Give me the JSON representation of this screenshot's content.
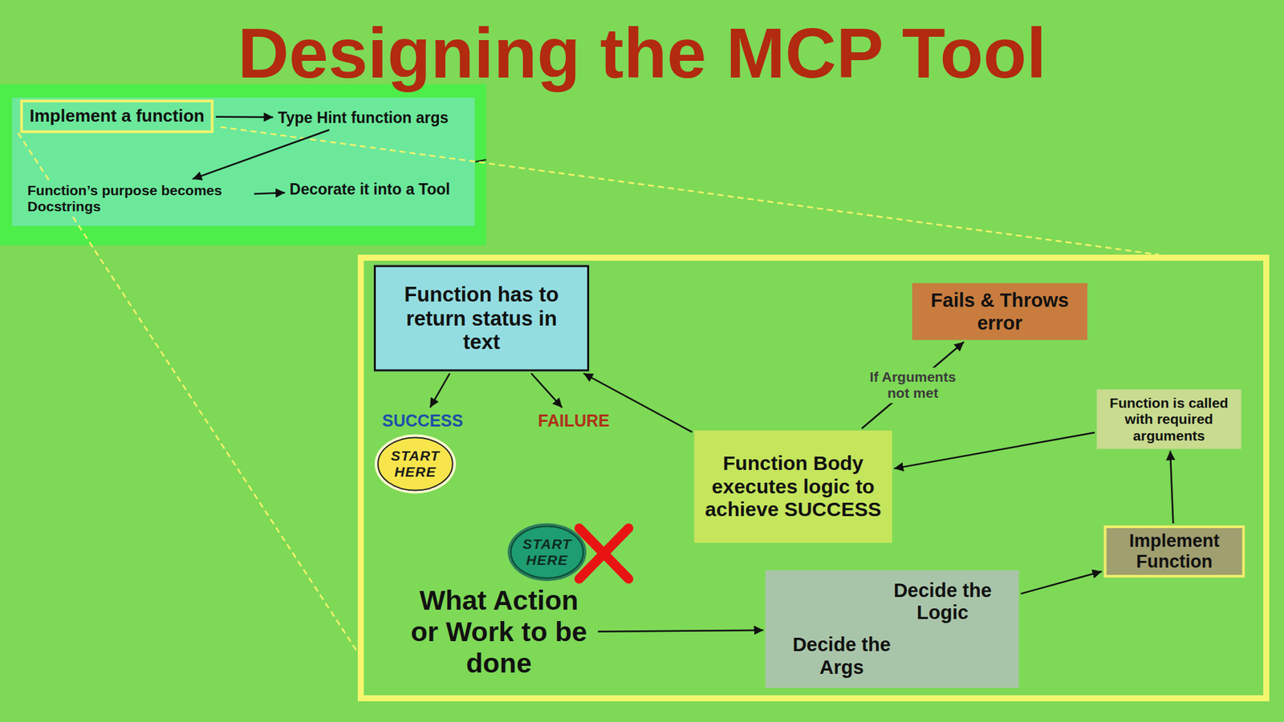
{
  "diagram": {
    "title": "Designing the MCP Tool",
    "nodes": [
      {
        "text": [
          "Implement a function"
        ]
      },
      {
        "text": [
          "Type Hint function args"
        ]
      },
      {
        "text": [
          "Function’s purpose becomes Docstrings"
        ]
      },
      {
        "text": [
          "Decorate it into a Tool"
        ]
      },
      {
        "text": [
          "Function has to return status in text"
        ]
      },
      {
        "text": [
          "Fails & Throws error"
        ]
      },
      {
        "text": [
          "SUCCESS"
        ]
      },
      {
        "text": [
          "FAILURE"
        ]
      },
      {
        "text": [
          "START HERE"
        ]
      },
      {
        "text": [
          "Function Body executes logic to achieve SUCCESS"
        ]
      },
      {
        "text": [
          "Function is called with required arguments"
        ]
      },
      {
        "text": [
          "Implement Function"
        ]
      },
      {
        "text": [
          "START HERE"
        ]
      },
      {
        "text": [
          "What Action or Work to be done"
        ]
      },
      {
        "text": [
          "Decide the Logic",
          "Decide the Args"
        ]
      }
    ],
    "edges": [
      {
        "from": 0,
        "to": 1,
        "arrow": "to"
      },
      {
        "from": 1,
        "to": 2,
        "arrow": "to"
      },
      {
        "from": 2,
        "to": 3,
        "arrow": "to"
      },
      {
        "from": 9,
        "to": 4,
        "arrow": "to"
      },
      {
        "from": 4,
        "to": 6,
        "arrow": "to"
      },
      {
        "from": 4,
        "to": 7,
        "arrow": "to"
      },
      {
        "from": 9,
        "to": 5,
        "label": "If Arguments not met",
        "arrow": "to"
      },
      {
        "from": 10,
        "to": 9,
        "arrow": "to"
      },
      {
        "from": 11,
        "to": 10,
        "arrow": "to"
      },
      {
        "from": 13,
        "to": 14,
        "arrow": "to"
      },
      {
        "from": 14,
        "to": 11,
        "arrow": "to"
      }
    ]
  }
}
